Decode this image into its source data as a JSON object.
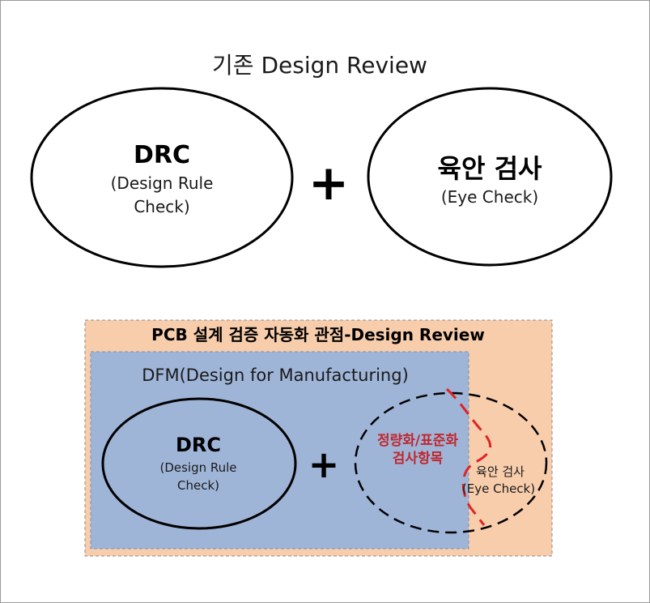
{
  "top": {
    "title": "기존 Design Review",
    "drc_title": "DRC",
    "drc_sub1": "(Design Rule",
    "drc_sub2": "Check)",
    "plus": "+",
    "eye_title": "육안 검사",
    "eye_sub": "(Eye Check)"
  },
  "bottom": {
    "title": "PCB 설계 검증 자동화 관점-Design Review",
    "dfm_label": "DFM(Design for Manufacturing)",
    "drc_title": "DRC",
    "drc_sub1": "(Design Rule",
    "drc_sub2": "Check)",
    "plus": "+",
    "quant_line1": "정량화/표준화",
    "quant_line2": "검사항목",
    "eye_title": "육안 검사",
    "eye_sub": "(Eye Check)"
  },
  "colors": {
    "outer_box_fill": "#f8cdab",
    "dfm_box_fill": "#9fb5d8",
    "quant_text": "#c0272d",
    "red_dashed_line": "#e02424",
    "outline": "#000000"
  }
}
